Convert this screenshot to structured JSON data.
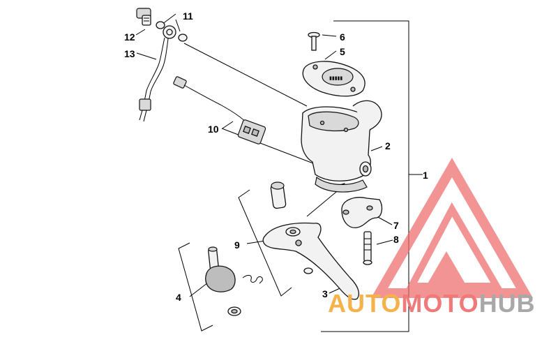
{
  "callouts": {
    "c1": "1",
    "c2": "2",
    "c3": "3",
    "c4": "4",
    "c5": "5",
    "c6": "6",
    "c7": "7",
    "c8": "8",
    "c9": "9",
    "c10": "10",
    "c11": "11",
    "c12": "12",
    "c13": "13"
  },
  "watermark": {
    "part_a": "AUTO",
    "part_b": "MOTO",
    "part_c": "HUB",
    "color_a": "#f5b24a",
    "color_b": "#f07a7a",
    "color_c": "#a8a8a8",
    "logo_color": "#ef6b6b"
  }
}
